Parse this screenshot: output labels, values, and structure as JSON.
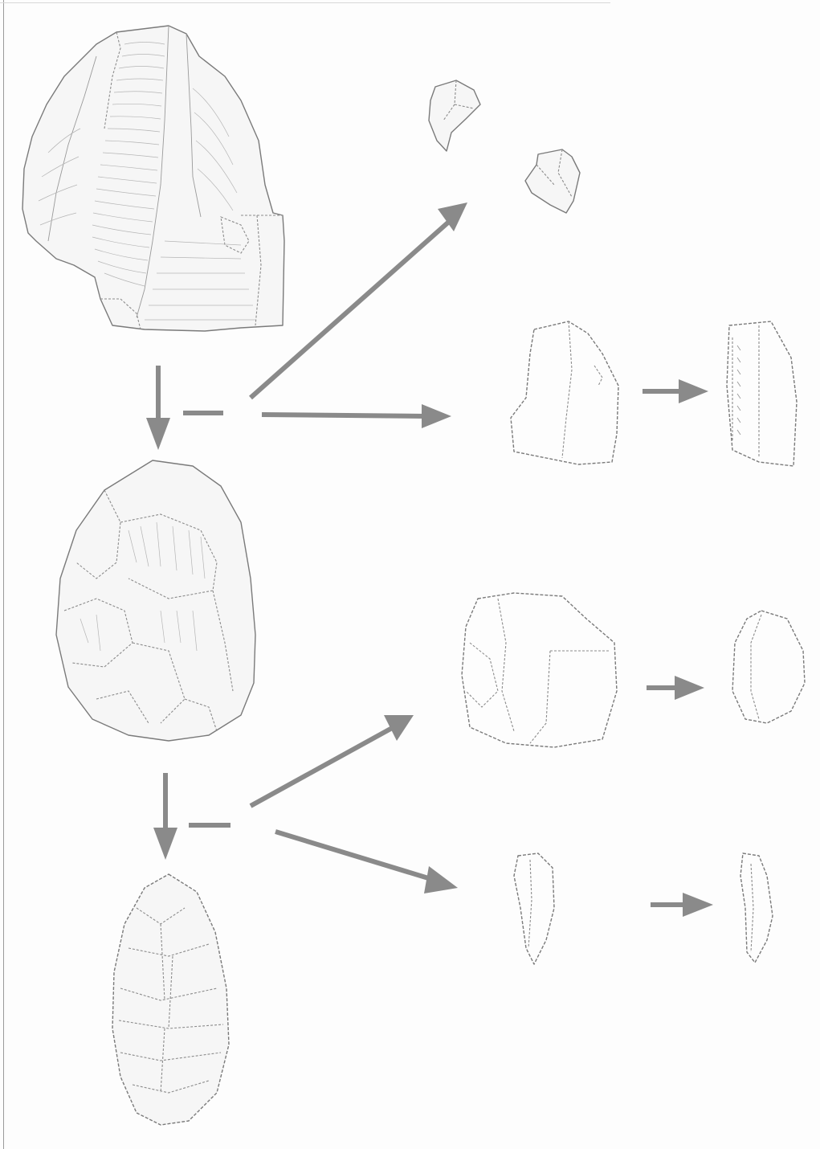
{
  "figure": {
    "type": "lithic reduction sequence diagram",
    "palette": {
      "ink": "#7a7a7a",
      "arrow": "#8a8a8a",
      "paper": "#fdfdfd"
    },
    "artifacts": [
      {
        "id": "core",
        "icon": "stone-core-icon"
      },
      {
        "id": "flake-small-1",
        "icon": "flake-icon"
      },
      {
        "id": "flake-small-2",
        "icon": "flake-icon"
      },
      {
        "id": "flake-blank",
        "icon": "flake-icon"
      },
      {
        "id": "retouched-tool",
        "icon": "scraper-icon"
      },
      {
        "id": "biface-roughout",
        "icon": "biface-icon"
      },
      {
        "id": "thinning-flake",
        "icon": "flake-icon"
      },
      {
        "id": "endscraper",
        "icon": "scraper-icon"
      },
      {
        "id": "biface-finished",
        "icon": "biface-icon"
      },
      {
        "id": "thin-flake",
        "icon": "flake-icon"
      },
      {
        "id": "thin-flake-retouched",
        "icon": "flake-icon"
      }
    ],
    "arrows": [
      {
        "from": "core",
        "to": "biface-roughout"
      },
      {
        "from": "core",
        "to": "flake-small-1"
      },
      {
        "from": "core",
        "to": "flake-blank"
      },
      {
        "from": "flake-blank",
        "to": "retouched-tool"
      },
      {
        "from": "biface-roughout",
        "to": "biface-finished"
      },
      {
        "from": "biface-roughout",
        "to": "thinning-flake"
      },
      {
        "from": "biface-roughout",
        "to": "thin-flake"
      },
      {
        "from": "thinning-flake",
        "to": "endscraper"
      },
      {
        "from": "thin-flake",
        "to": "thin-flake-retouched"
      }
    ]
  }
}
